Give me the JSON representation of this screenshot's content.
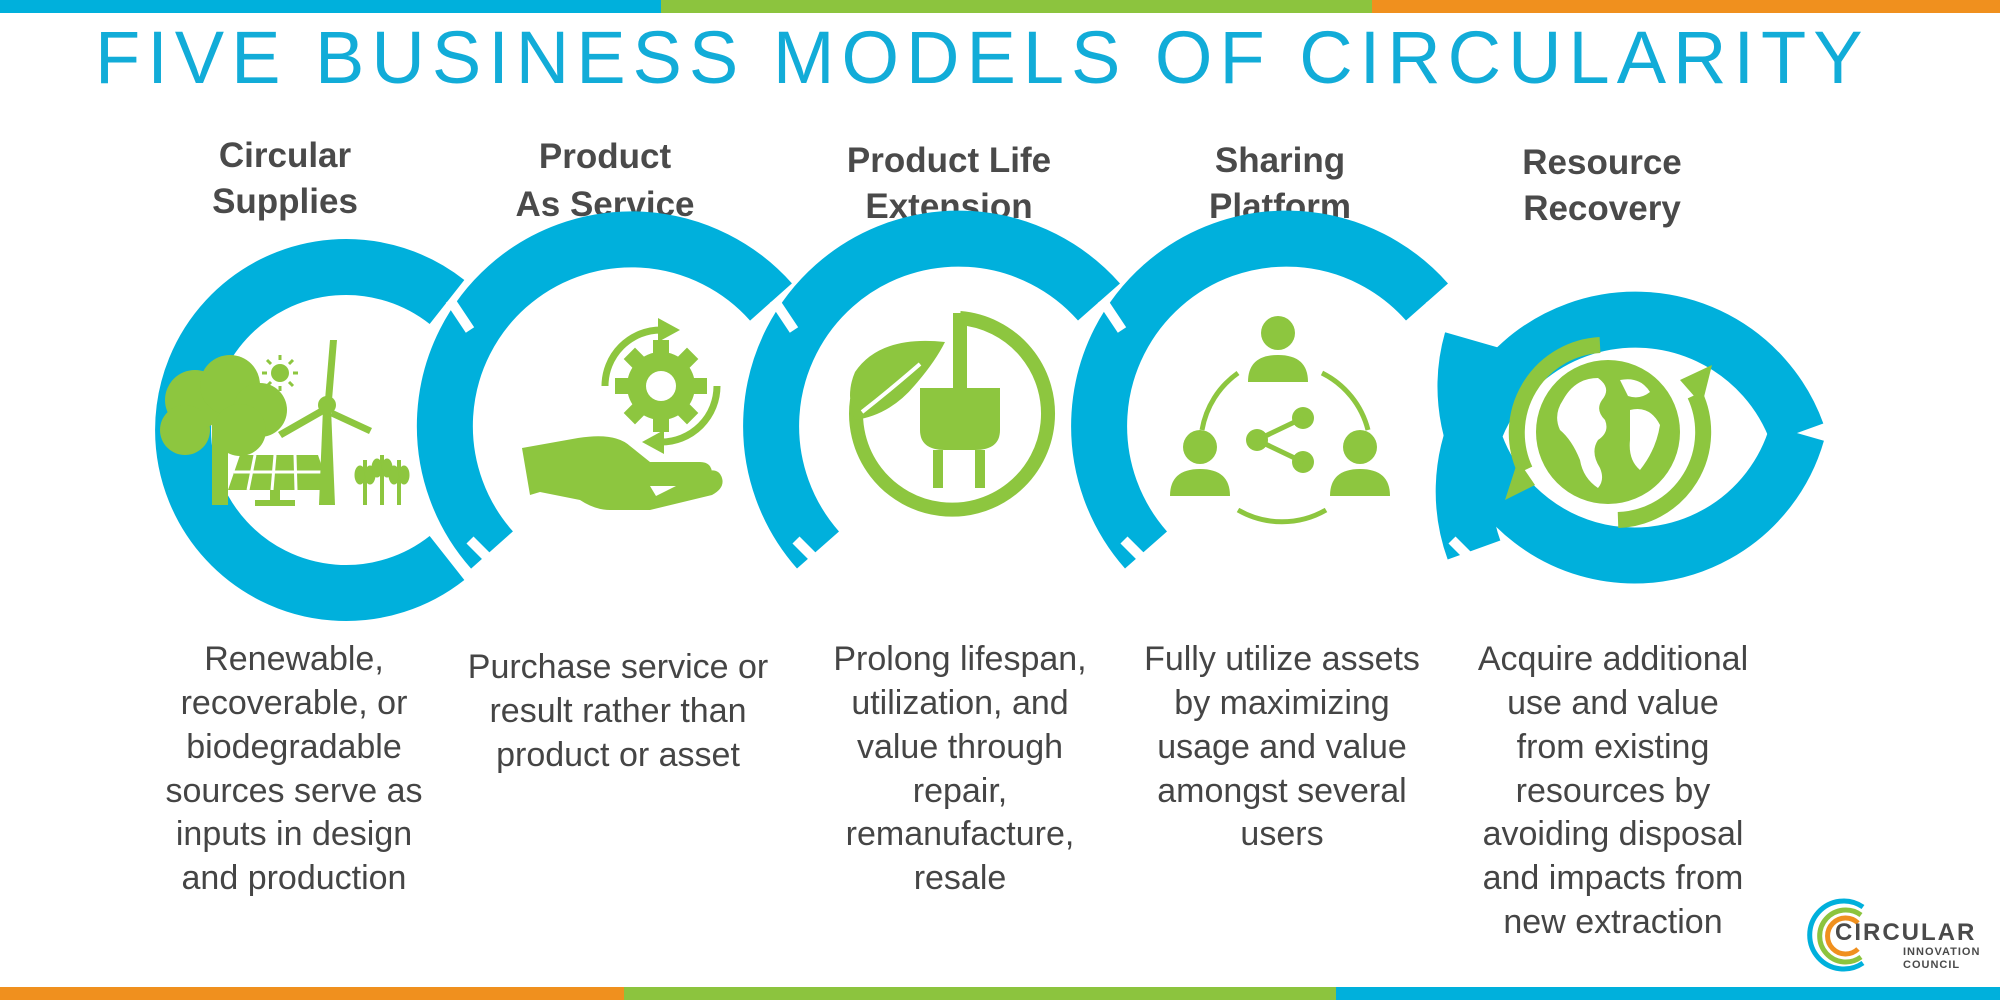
{
  "title": "FIVE BUSINESS MODELS OF CIRCULARITY",
  "colors": {
    "blue": "#00b0dc",
    "green": "#8cc43e",
    "orange": "#f0901e",
    "icon_green": "#8dc63f",
    "text": "#454545"
  },
  "models": [
    {
      "heading_line1": "Circular",
      "heading_line2": "Supplies",
      "icon": "renewable-energy-icon",
      "description": [
        "Renewable,",
        "recoverable, or",
        "biodegradable",
        "sources serve as",
        "inputs in design",
        "and production"
      ]
    },
    {
      "heading_line1": "Product",
      "heading_line2": "As Service",
      "icon": "service-hand-gear-icon",
      "description": [
        "Purchase service or",
        "result rather than",
        "product or asset"
      ]
    },
    {
      "heading_line1": "Product Life",
      "heading_line2": "Extension",
      "icon": "eco-plug-icon",
      "description": [
        "Prolong lifespan,",
        "utilization, and",
        "value through",
        "repair,",
        "remanufacture,",
        "resale"
      ]
    },
    {
      "heading_line1": "Sharing",
      "heading_line2": "Platform",
      "icon": "sharing-network-icon",
      "description": [
        "Fully utilize assets",
        "by maximizing",
        "usage and value",
        "amongst several",
        "users"
      ]
    },
    {
      "heading_line1": "Resource",
      "heading_line2": "Recovery",
      "icon": "recycling-globe-icon",
      "description": [
        "Acquire additional",
        "use and value",
        "from existing",
        "resources by",
        "avoiding disposal",
        "and impacts from",
        "new extraction"
      ]
    }
  ],
  "logo": {
    "line1": "CIRCULAR",
    "line2": "INNOVATION",
    "line3": "COUNCIL"
  }
}
